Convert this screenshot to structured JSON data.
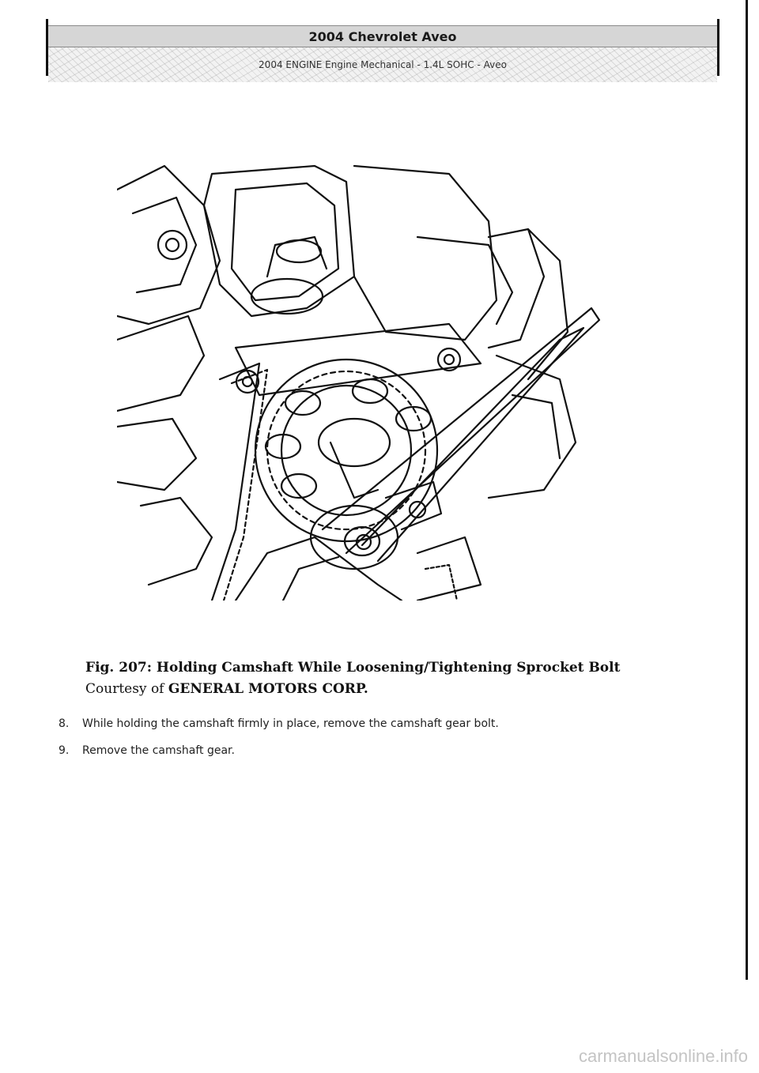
{
  "header": {
    "title": "2004 Chevrolet Aveo",
    "subtitle": "2004 ENGINE Engine Mechanical - 1.4L SOHC - Aveo"
  },
  "figure": {
    "icon": "camshaft-sprocket-holding-tool-illustration"
  },
  "caption": {
    "line1": "Fig. 207: Holding Camshaft While Loosening/Tightening Sprocket Bolt",
    "line2_prefix": "Courtesy of",
    "line2_company": "GENERAL MOTORS CORP."
  },
  "steps": [
    {
      "number": "8.",
      "text": "While holding the camshaft firmly in place, remove the camshaft gear bolt."
    },
    {
      "number": "9.",
      "text": "Remove the camshaft gear."
    }
  ],
  "footer": {
    "watermark": "carmanualsonline.info"
  }
}
